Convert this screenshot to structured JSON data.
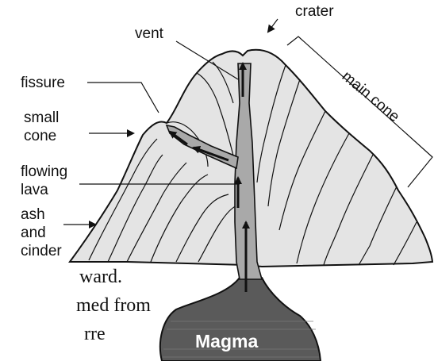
{
  "labels": {
    "crater": "crater",
    "vent": "vent",
    "fissure": "fissure",
    "small_cone": [
      "small",
      "cone"
    ],
    "flowing_lava": [
      "flowing",
      "lava"
    ],
    "ash_and_cinder": [
      "ash",
      "and",
      "cinder"
    ],
    "main_cone": "main cone",
    "magma": "Magma"
  },
  "background_text": [
    "ward.",
    "med from",
    "rre"
  ],
  "colors": {
    "cone_fill": "#e4e4e4",
    "conduit_fill": "#a9a9a9",
    "magma_fill": "#5a5a5a",
    "ink": "#111111"
  }
}
